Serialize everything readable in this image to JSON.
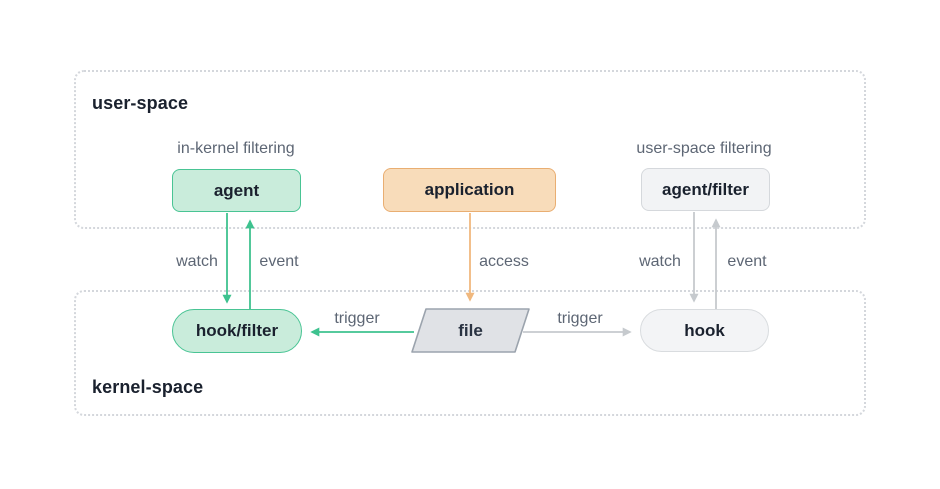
{
  "diagram": {
    "containers": {
      "user_space": {
        "label": "user-space"
      },
      "kernel_space": {
        "label": "kernel-space"
      }
    },
    "captions": {
      "in_kernel_filtering": "in-kernel filtering",
      "user_space_filtering": "user-space filtering"
    },
    "nodes": {
      "agent": {
        "label": "agent",
        "shape": "rounded-rect",
        "fill": "#c9ecdb",
        "border": "#49c494"
      },
      "application": {
        "label": "application",
        "shape": "rounded-rect",
        "fill": "#f8dcba",
        "border": "#e9ae72"
      },
      "agent_filter": {
        "label": "agent/filter",
        "shape": "rounded-rect",
        "fill": "#f2f3f5",
        "border": "#d5d8dc"
      },
      "hook_filter": {
        "label": "hook/filter",
        "shape": "pill",
        "fill": "#c9ecdb",
        "border": "#49c494"
      },
      "file": {
        "label": "file",
        "shape": "parallelogram",
        "fill": "#e0e2e6",
        "border": "#9ba3ad"
      },
      "hook": {
        "label": "hook",
        "shape": "pill",
        "fill": "#f3f4f6",
        "border": "#d9dcdf"
      }
    },
    "edges": {
      "watch_left": {
        "label": "watch",
        "from": "agent",
        "to": "hook_filter",
        "color": "#3ec28f"
      },
      "event_left": {
        "label": "event",
        "from": "hook_filter",
        "to": "agent",
        "color": "#3ec28f"
      },
      "access": {
        "label": "access",
        "from": "application",
        "to": "file",
        "color": "#f0b87e"
      },
      "trigger_left": {
        "label": "trigger",
        "from": "file",
        "to": "hook_filter",
        "color": "#3ec28f"
      },
      "trigger_right": {
        "label": "trigger",
        "from": "file",
        "to": "hook",
        "color": "#c6cace"
      },
      "watch_right": {
        "label": "watch",
        "from": "agent_filter",
        "to": "hook",
        "color": "#c6cace"
      },
      "event_right": {
        "label": "event",
        "from": "hook",
        "to": "agent_filter",
        "color": "#c6cace"
      }
    },
    "colors": {
      "green": "#3ec28f",
      "orange": "#f0b87e",
      "gray": "#c6cace",
      "text_dark": "#1a212e",
      "text_muted": "#5d6674",
      "dash_border": "#d4d7dc",
      "file_fill": "#e0e2e6",
      "file_border": "#9ba3ad"
    }
  }
}
